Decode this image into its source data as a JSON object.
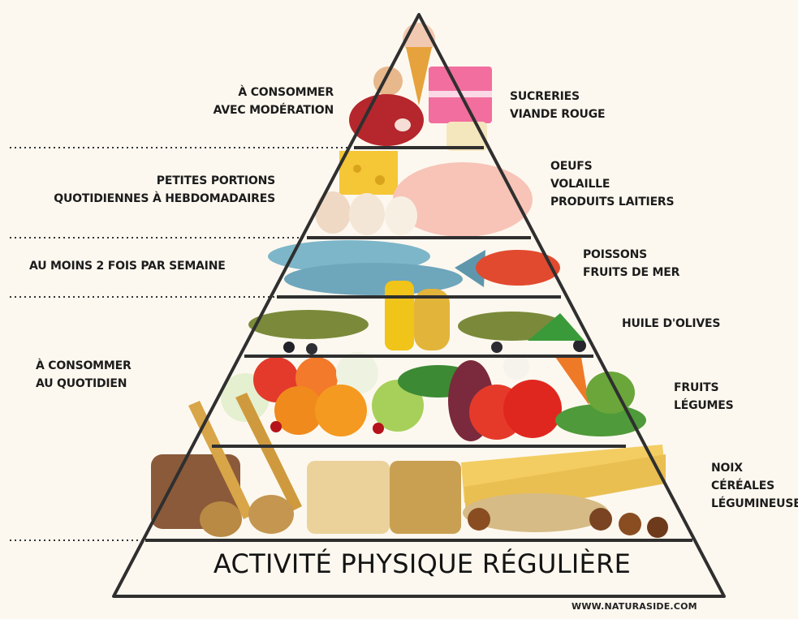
{
  "left_labels": [
    {
      "id": "moderation",
      "lines": [
        "À CONSOMMER",
        "AVEC MODÉRATION"
      ]
    },
    {
      "id": "weekly",
      "lines": [
        "PETITES PORTIONS",
        "QUOTIDIENNES À HEBDOMADAIRES"
      ]
    },
    {
      "id": "twice",
      "lines": [
        "AU MOINS 2 FOIS PAR SEMAINE"
      ]
    },
    {
      "id": "daily",
      "lines": [
        "À CONSOMMER",
        "AU QUOTIDIEN"
      ]
    }
  ],
  "right_labels": [
    {
      "id": "sweets",
      "lines": [
        "SUCRERIES",
        "VIANDE ROUGE"
      ]
    },
    {
      "id": "protein",
      "lines": [
        "OEUFS",
        "VOLAILLE",
        "PRODUITS LAITIERS"
      ]
    },
    {
      "id": "fish",
      "lines": [
        "POISSONS",
        "FRUITS DE MER"
      ]
    },
    {
      "id": "oil",
      "lines": [
        "HUILE D'OLIVES"
      ]
    },
    {
      "id": "produce",
      "lines": [
        "FRUITS",
        "LÉGUMES"
      ]
    },
    {
      "id": "grains",
      "lines": [
        "NOIX",
        "CÉRÉALES",
        "LÉGUMINEUSES"
      ]
    }
  ],
  "base": {
    "text": "ACTIVITÉ PHYSIQUE RÉGULIÈRE"
  },
  "footer": {
    "text": "WWW.NATURASIDE.COM"
  },
  "colors": {
    "outline": "#2f2f2f",
    "background": "#fdf8ef"
  }
}
